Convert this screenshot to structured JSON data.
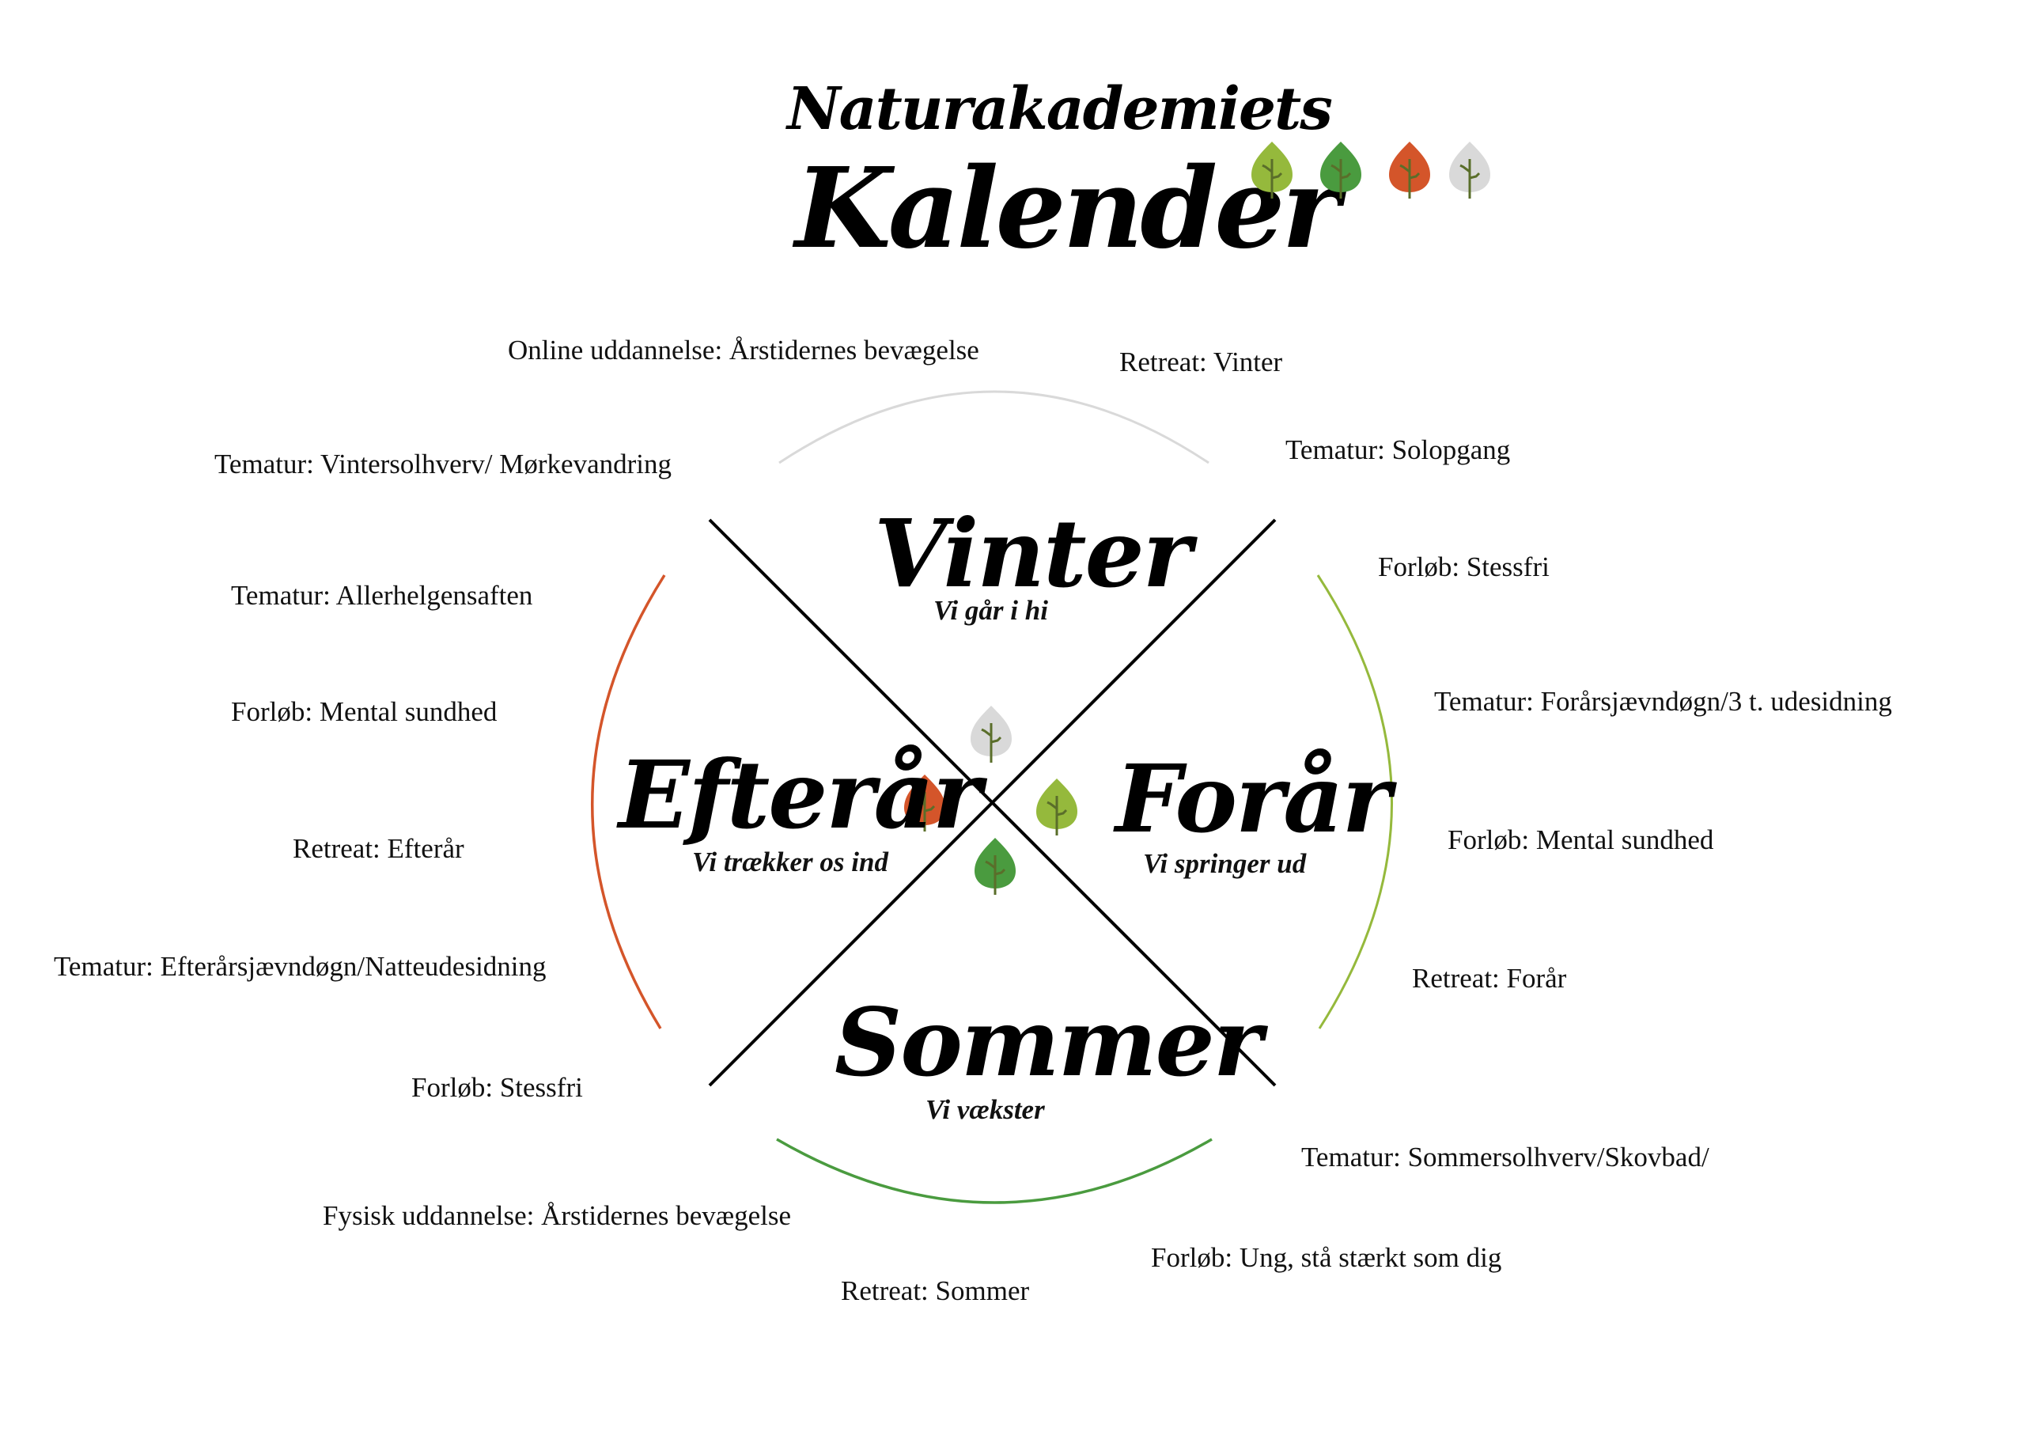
{
  "header": {
    "title_line1": "Naturakademiets",
    "title_line2": "Kalender"
  },
  "legend_leaves": [
    {
      "season": "Forår",
      "color": "#95b93c"
    },
    {
      "season": "Sommer",
      "color": "#4a9b3f"
    },
    {
      "season": "Efterår",
      "color": "#d4552a"
    },
    {
      "season": "Vinter",
      "color": "#d9d9d9"
    }
  ],
  "colors": {
    "winter": "#d9d9d9",
    "spring": "#95b93c",
    "summer": "#4a9b3f",
    "autumn": "#d4552a",
    "stem": "#5a6e2a",
    "lines": "#000000"
  },
  "seasons": {
    "winter": {
      "name": "Vinter",
      "motto": "Vi går i hi"
    },
    "autumn": {
      "name": "Efterår",
      "motto": "Vi trækker os ind"
    },
    "spring": {
      "name": "Forår",
      "motto": "Vi springer ud"
    },
    "summer": {
      "name": "Sommer",
      "motto": "Vi vækster"
    }
  },
  "events": {
    "left": [
      "Online uddannelse: Årstidernes bevægelse",
      "Tematur: Vintersolhverv/ Mørkevandring",
      "Tematur: Allerhelgensaften",
      "Forløb: Mental sundhed",
      "Retreat: Efterår",
      "Tematur: Efterårsjævndøgn/Natteudesidning",
      "Forløb: Stessfri",
      "Fysisk uddannelse: Årstidernes bevægelse",
      "Retreat: Sommer"
    ],
    "right": [
      "Retreat: Vinter",
      "Tematur: Solopgang",
      "Forløb: Stessfri",
      "Tematur: Forårsjævndøgn/3 t. udesidning",
      "Forløb: Mental sundhed",
      "Retreat: Forår",
      "Tematur: Sommersolhverv/Skovbad/",
      "Forløb: Ung, stå stærkt som dig"
    ]
  }
}
